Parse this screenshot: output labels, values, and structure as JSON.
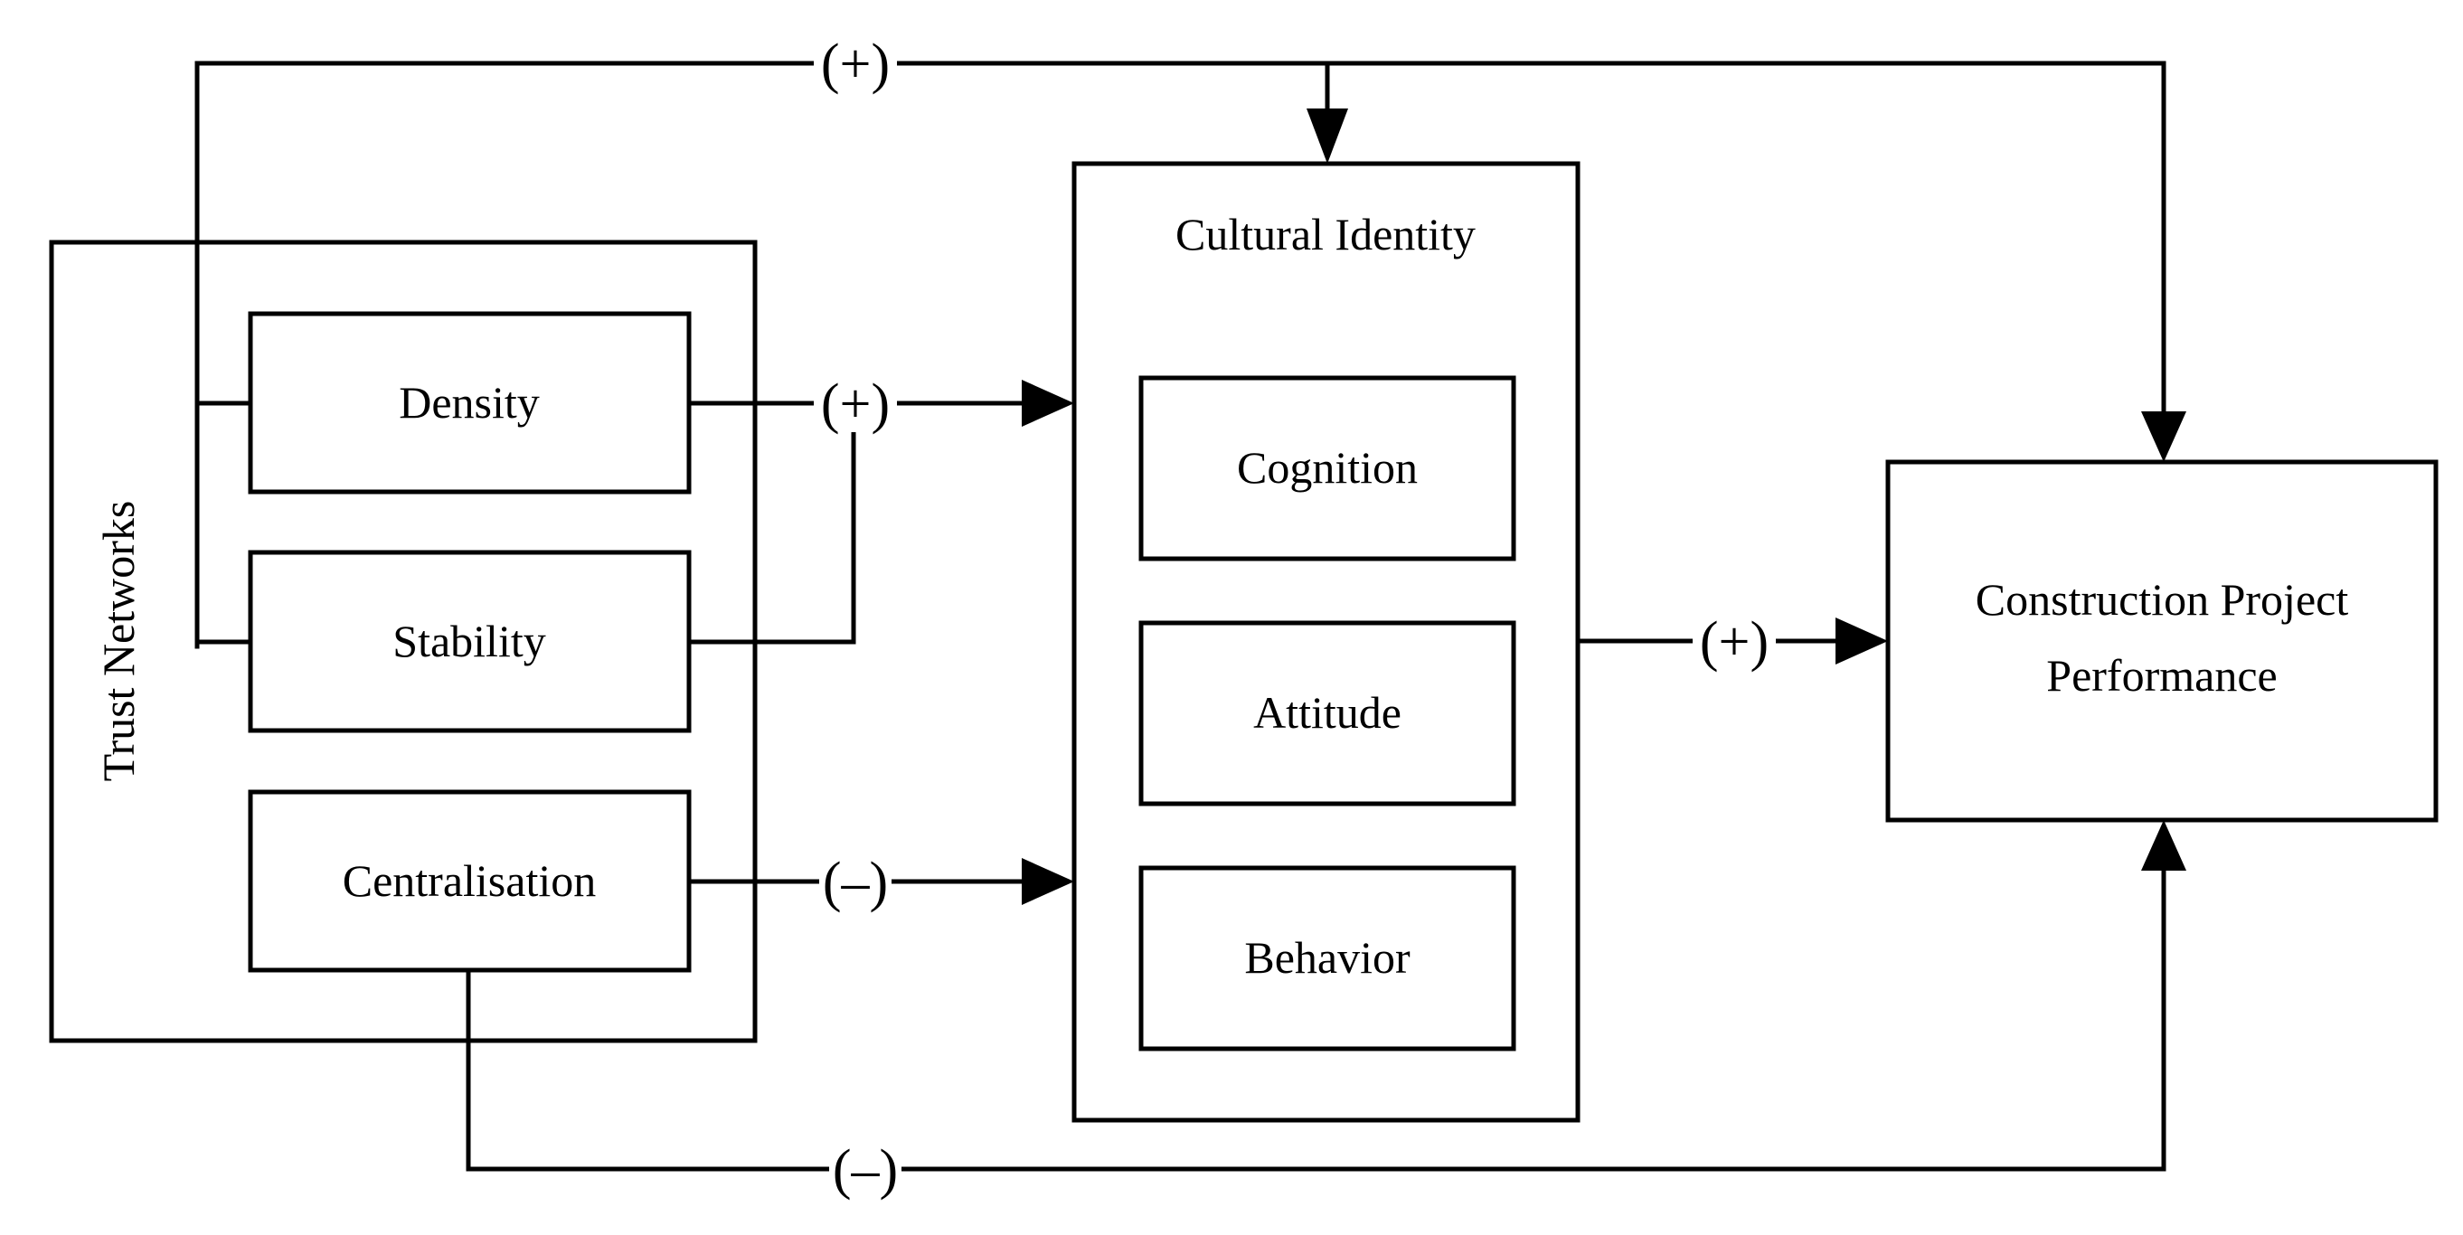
{
  "diagram": {
    "group_label": "Trust Networks",
    "mediator_label": "Cultural Identity",
    "outcome_label_line1": "Construction Project",
    "outcome_label_line2": "Performance",
    "trust_dimensions": [
      "Density",
      "Stability",
      "Centralisation"
    ],
    "identity_dimensions": [
      "Cognition",
      "Attitude",
      "Behavior"
    ],
    "effects": {
      "top_path": "(+)",
      "density_stability_to_identity": "(+)",
      "centralisation_to_identity": "(–)",
      "identity_to_performance": "(+)",
      "bottom_path": "(–)"
    }
  }
}
